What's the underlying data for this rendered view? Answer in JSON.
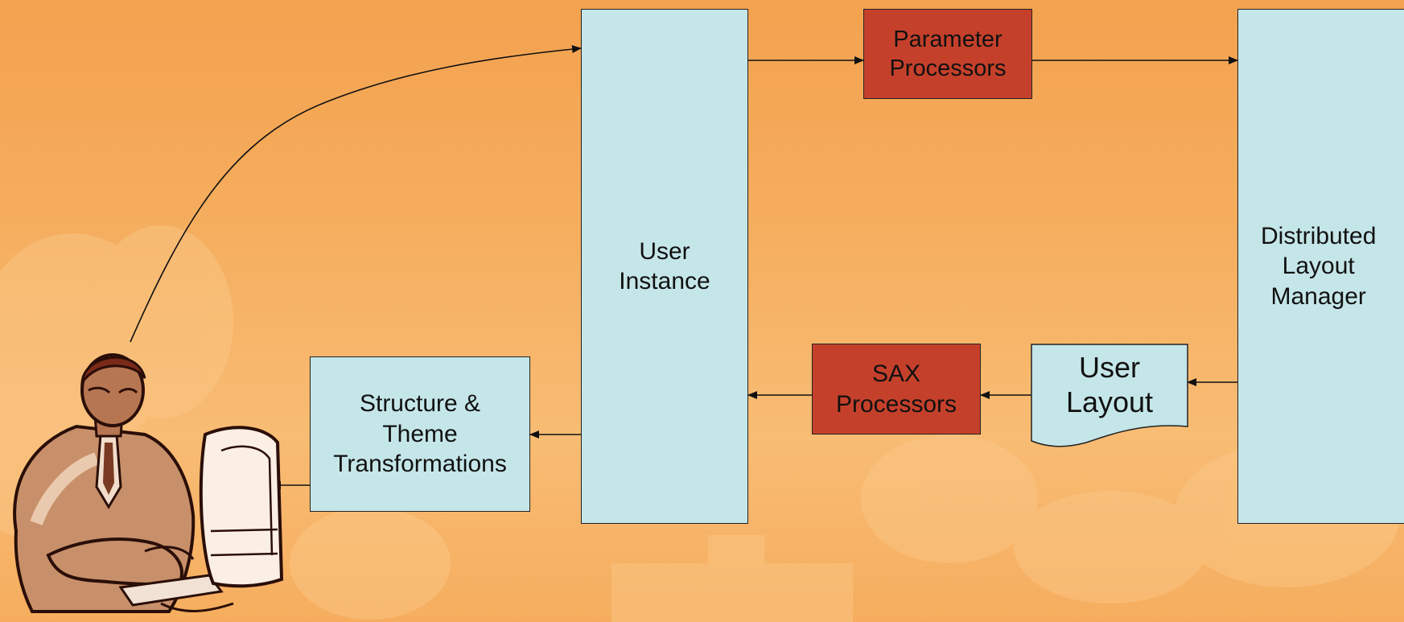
{
  "boxes": {
    "user_instance": "User\nInstance",
    "parameter_processors": "Parameter\nProcessors",
    "distributed_layout_manager": "Distributed\nLayout\nManager",
    "sax_processors": "SAX\nProcessors",
    "user_layout": "User\nLayout",
    "structure_theme": "Structure &\nTheme\nTransformations"
  },
  "colors": {
    "background": "#f5ad5d",
    "box_light": "#c5e6e9",
    "box_red": "#c5402b",
    "stroke": "#111111"
  },
  "icons": [
    "person-at-computer-clipart"
  ]
}
